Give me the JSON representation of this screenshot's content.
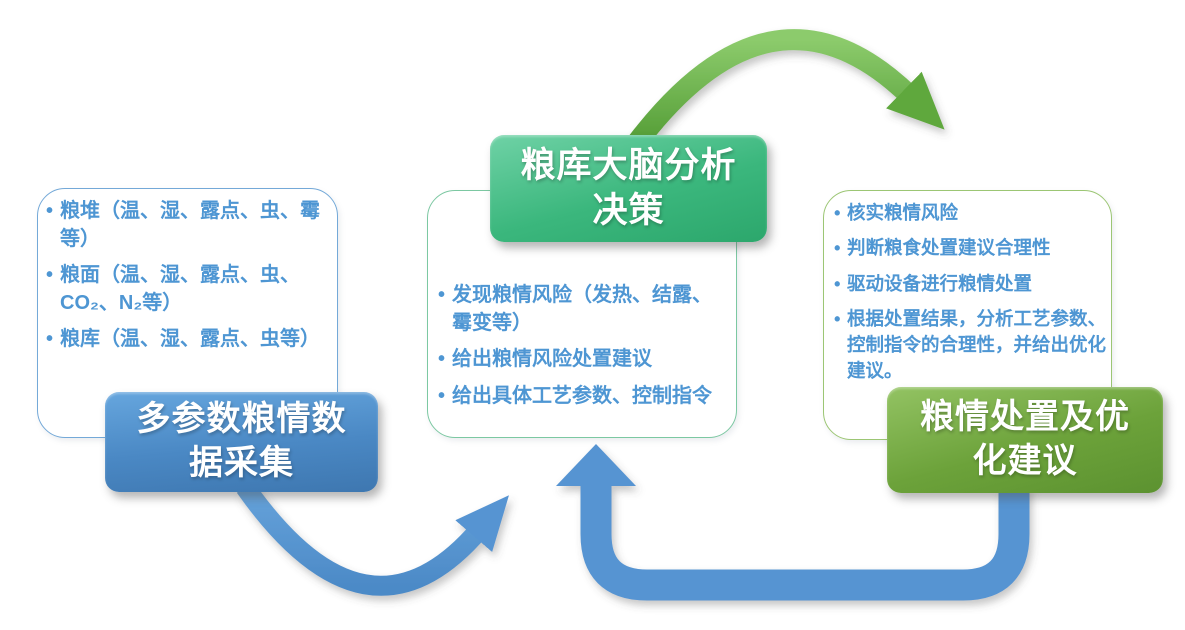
{
  "boxes": {
    "collection": {
      "items": [
        "粮堆（温、湿、露点、虫、霉等）",
        "粮面（温、湿、露点、虫、CO₂、N₂等）",
        "粮库（温、湿、露点、虫等）"
      ]
    },
    "analysis": {
      "items": [
        "发现粮情风险（发热、结露、霉变等）",
        "给出粮情风险处置建议",
        "给出具体工艺参数、控制指令"
      ]
    },
    "disposal": {
      "items": [
        "核实粮情风险",
        "判断粮食处置建议合理性",
        "驱动设备进行粮情处置",
        "根据处置结果，分析工艺参数、控制指令的合理性，并给出优化建议。"
      ]
    }
  },
  "labels": {
    "collection": {
      "line1": "多参数粮情数",
      "line2": "据采集"
    },
    "analysis": {
      "line1": "粮库大脑分析",
      "line2": "决策"
    },
    "disposal": {
      "line1": "粮情处置及优",
      "line2": "化建议"
    }
  },
  "icons": {
    "top_arrow": "curved-arrow-green",
    "left_arrow": "curved-arrow-blue",
    "bottom_arrow": "u-turn-arrow-blue"
  },
  "colors": {
    "text_blue": "#4E96D3",
    "label_blue": "#4A88C4",
    "label_emerald_green": "#3BB77D",
    "label_olive_green": "#6CA23A",
    "arrow_blue": "#5794D2",
    "arrow_green_light": "#8CCB6C",
    "arrow_green_dark": "#4F9931",
    "box_border_blue": "#74A9D8",
    "box_border_teal_green": "#7CC8A2",
    "box_border_olive_green": "#9CC674"
  }
}
